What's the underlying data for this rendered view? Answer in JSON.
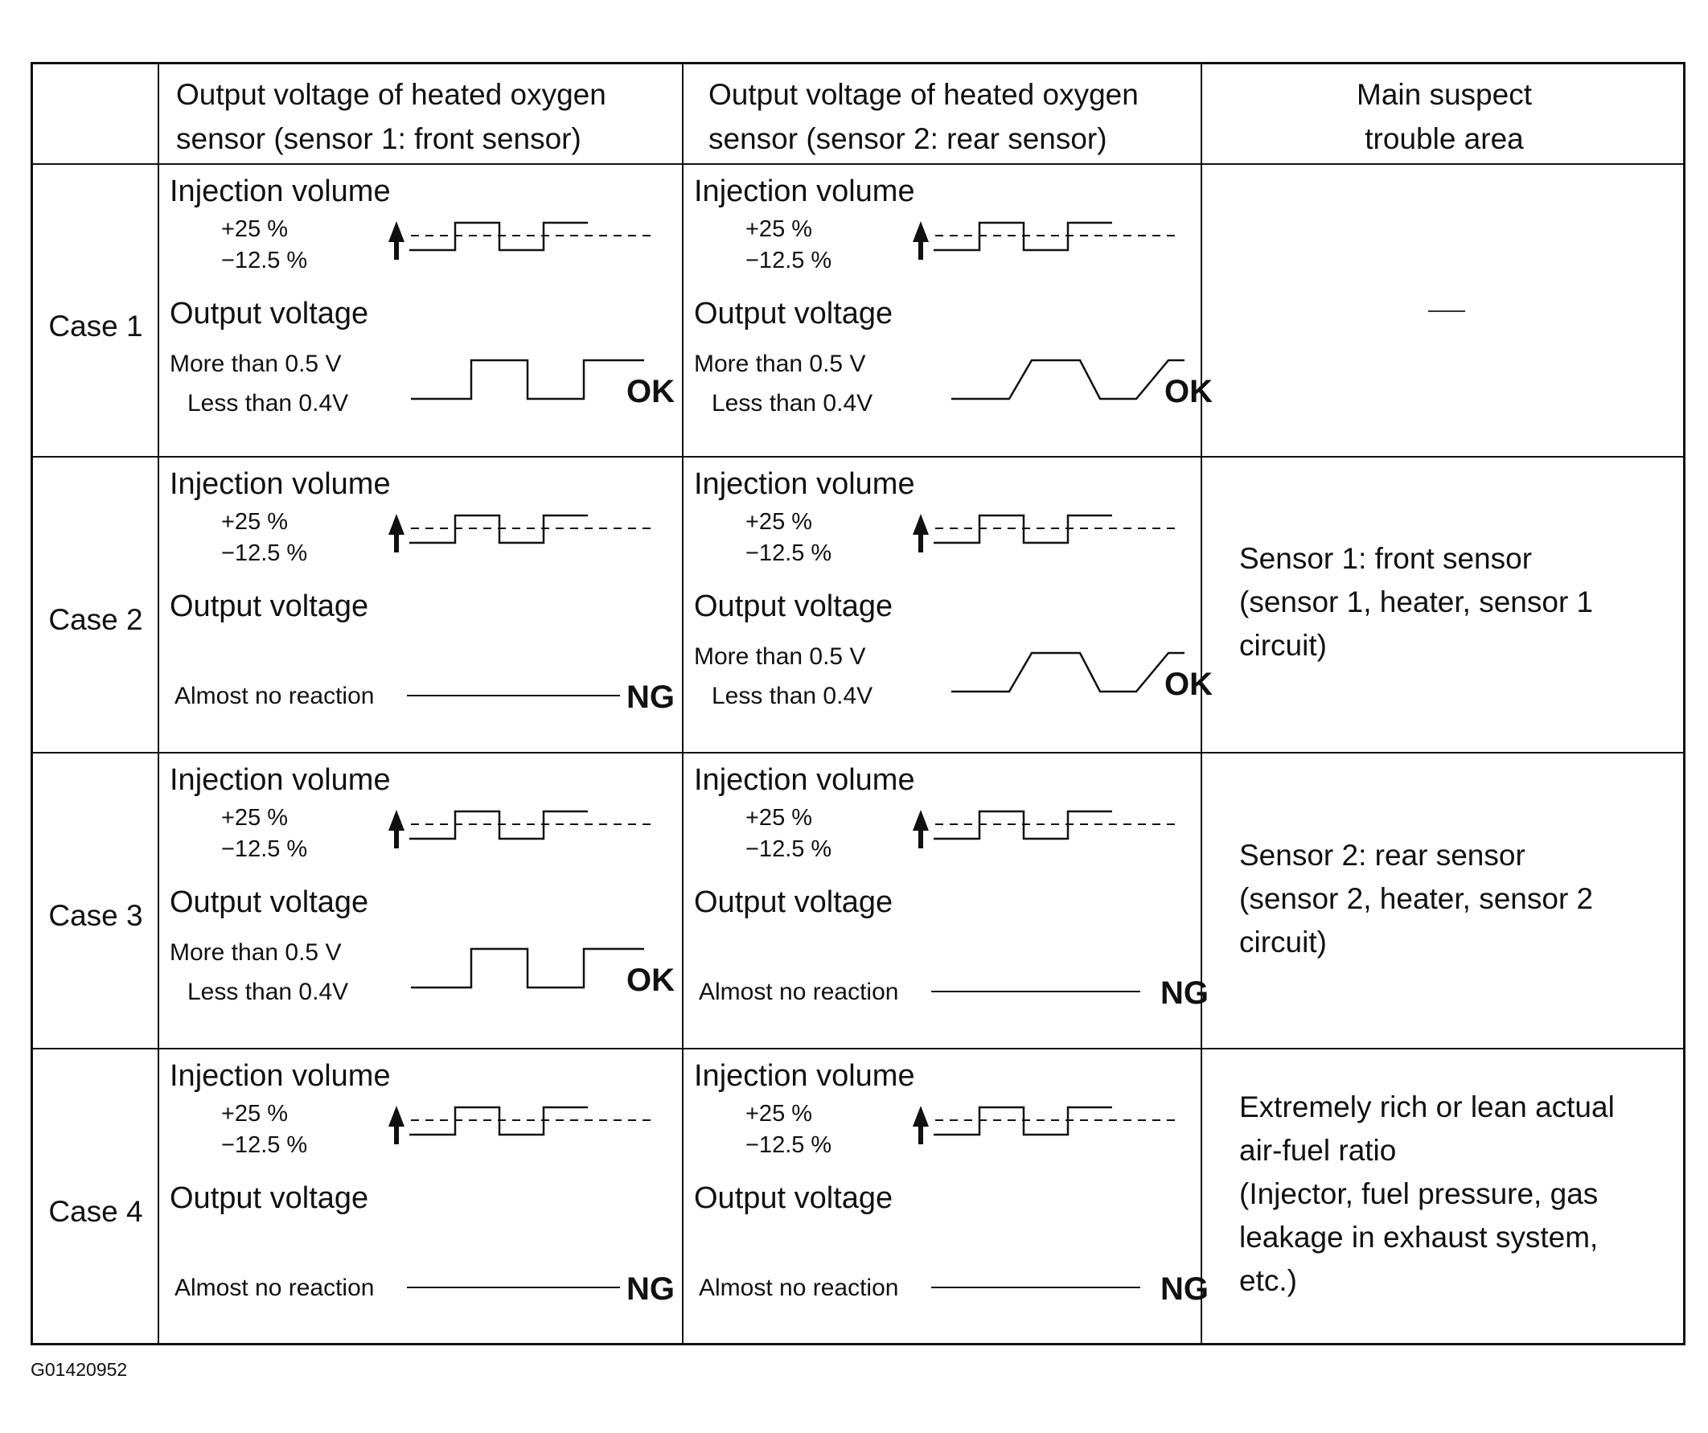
{
  "header": {
    "col1": [
      "Output voltage of heated oxygen",
      "sensor (sensor 1: front sensor)"
    ],
    "col2": [
      "Output voltage of heated oxygen",
      "sensor (sensor 2: rear sensor)"
    ],
    "col3": [
      "Main suspect",
      "trouble area"
    ]
  },
  "labels": {
    "injection_volume": "Injection volume",
    "plus": "+25 %",
    "minus": "−12.5 %",
    "output_voltage": "Output voltage",
    "more_than": "More than 0.5 V",
    "less_than": "Less than 0.4V",
    "almost_no_reaction": "Almost no reaction",
    "ok": "OK",
    "ng": "NG"
  },
  "cases": [
    {
      "label": "Case 1",
      "front_result": "OK",
      "rear_result": "OK",
      "trouble_area": [
        "—"
      ]
    },
    {
      "label": "Case 2",
      "front_result": "NG",
      "rear_result": "OK",
      "trouble_area": [
        "Sensor 1: front sensor",
        "(sensor 1, heater, sensor 1",
        "circuit)"
      ]
    },
    {
      "label": "Case 3",
      "front_result": "OK",
      "rear_result": "NG",
      "trouble_area": [
        "Sensor 2: rear sensor",
        "(sensor 2, heater, sensor 2",
        "circuit)"
      ]
    },
    {
      "label": "Case 4",
      "front_result": "NG",
      "rear_result": "NG",
      "trouble_area": [
        "Extremely rich or lean actual",
        "air-fuel ratio",
        "(Injector, fuel pressure, gas",
        "leakage in exhaust system,",
        "etc.)"
      ]
    }
  ],
  "figure_id": "G01420952"
}
